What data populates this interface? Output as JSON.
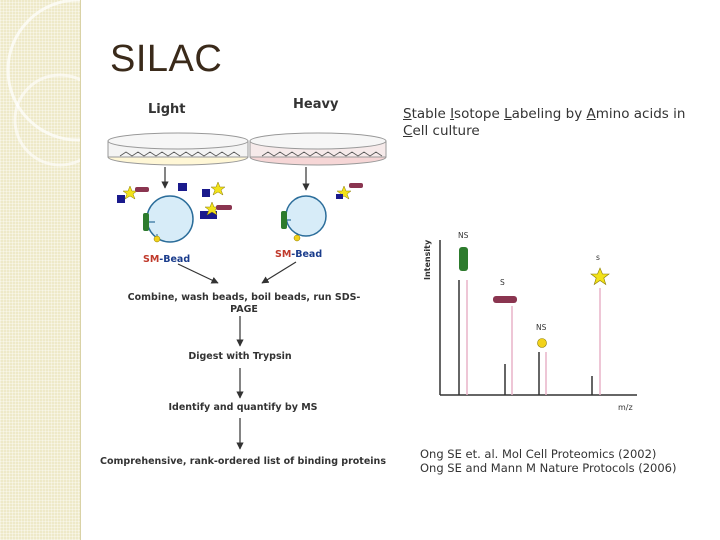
{
  "slide": {
    "title": "SILAC"
  },
  "labels": {
    "light": "Light",
    "heavy": "Heavy",
    "bead_left": {
      "prefix": "SM",
      "suffix": "-Bead"
    },
    "bead_right": {
      "prefix": "SM",
      "suffix": "-Bead"
    }
  },
  "steps": {
    "step1_line1": "Combine, wash beads, boil beads, run SDS-",
    "step1_line2": "PAGE",
    "step2": "Digest with Trypsin",
    "step3": "Identify and quantify by MS",
    "step4": "Comprehensive, rank-ordered list of binding proteins"
  },
  "description": {
    "parts": [
      {
        "initial": "S",
        "rest": "table "
      },
      {
        "initial": "I",
        "rest": "sotope "
      },
      {
        "initial": "L",
        "rest": "abeling by "
      },
      {
        "initial": "A",
        "rest": "mino acids in "
      },
      {
        "initial": "C",
        "rest": "ell culture"
      }
    ]
  },
  "spectrum": {
    "ylabel": "Intensity",
    "xlabel": "m/z",
    "peak_labels": {
      "ns_top": "NS",
      "s_mid": "S",
      "ns_mid": "NS",
      "s_right": "s"
    }
  },
  "references": [
    "Ong SE et. al. Mol Cell Proteomics (2002)",
    "Ong SE and Mann M Nature Protocols (2006)"
  ],
  "colors": {
    "title": "#3a2a1a",
    "panel": "#eee9c8",
    "bead_fill": "#d7ecf8",
    "bead_stroke": "#2b6d9a",
    "dark_blue_square": "#1a1a8c",
    "star": "#f2e21a",
    "green_marker": "#2d7b2d",
    "maroon_marker": "#8a3550",
    "pink_peak": "#e9b3c9",
    "bead_red_text": "#c0392b",
    "bead_blue_text": "#1a3c8c"
  }
}
